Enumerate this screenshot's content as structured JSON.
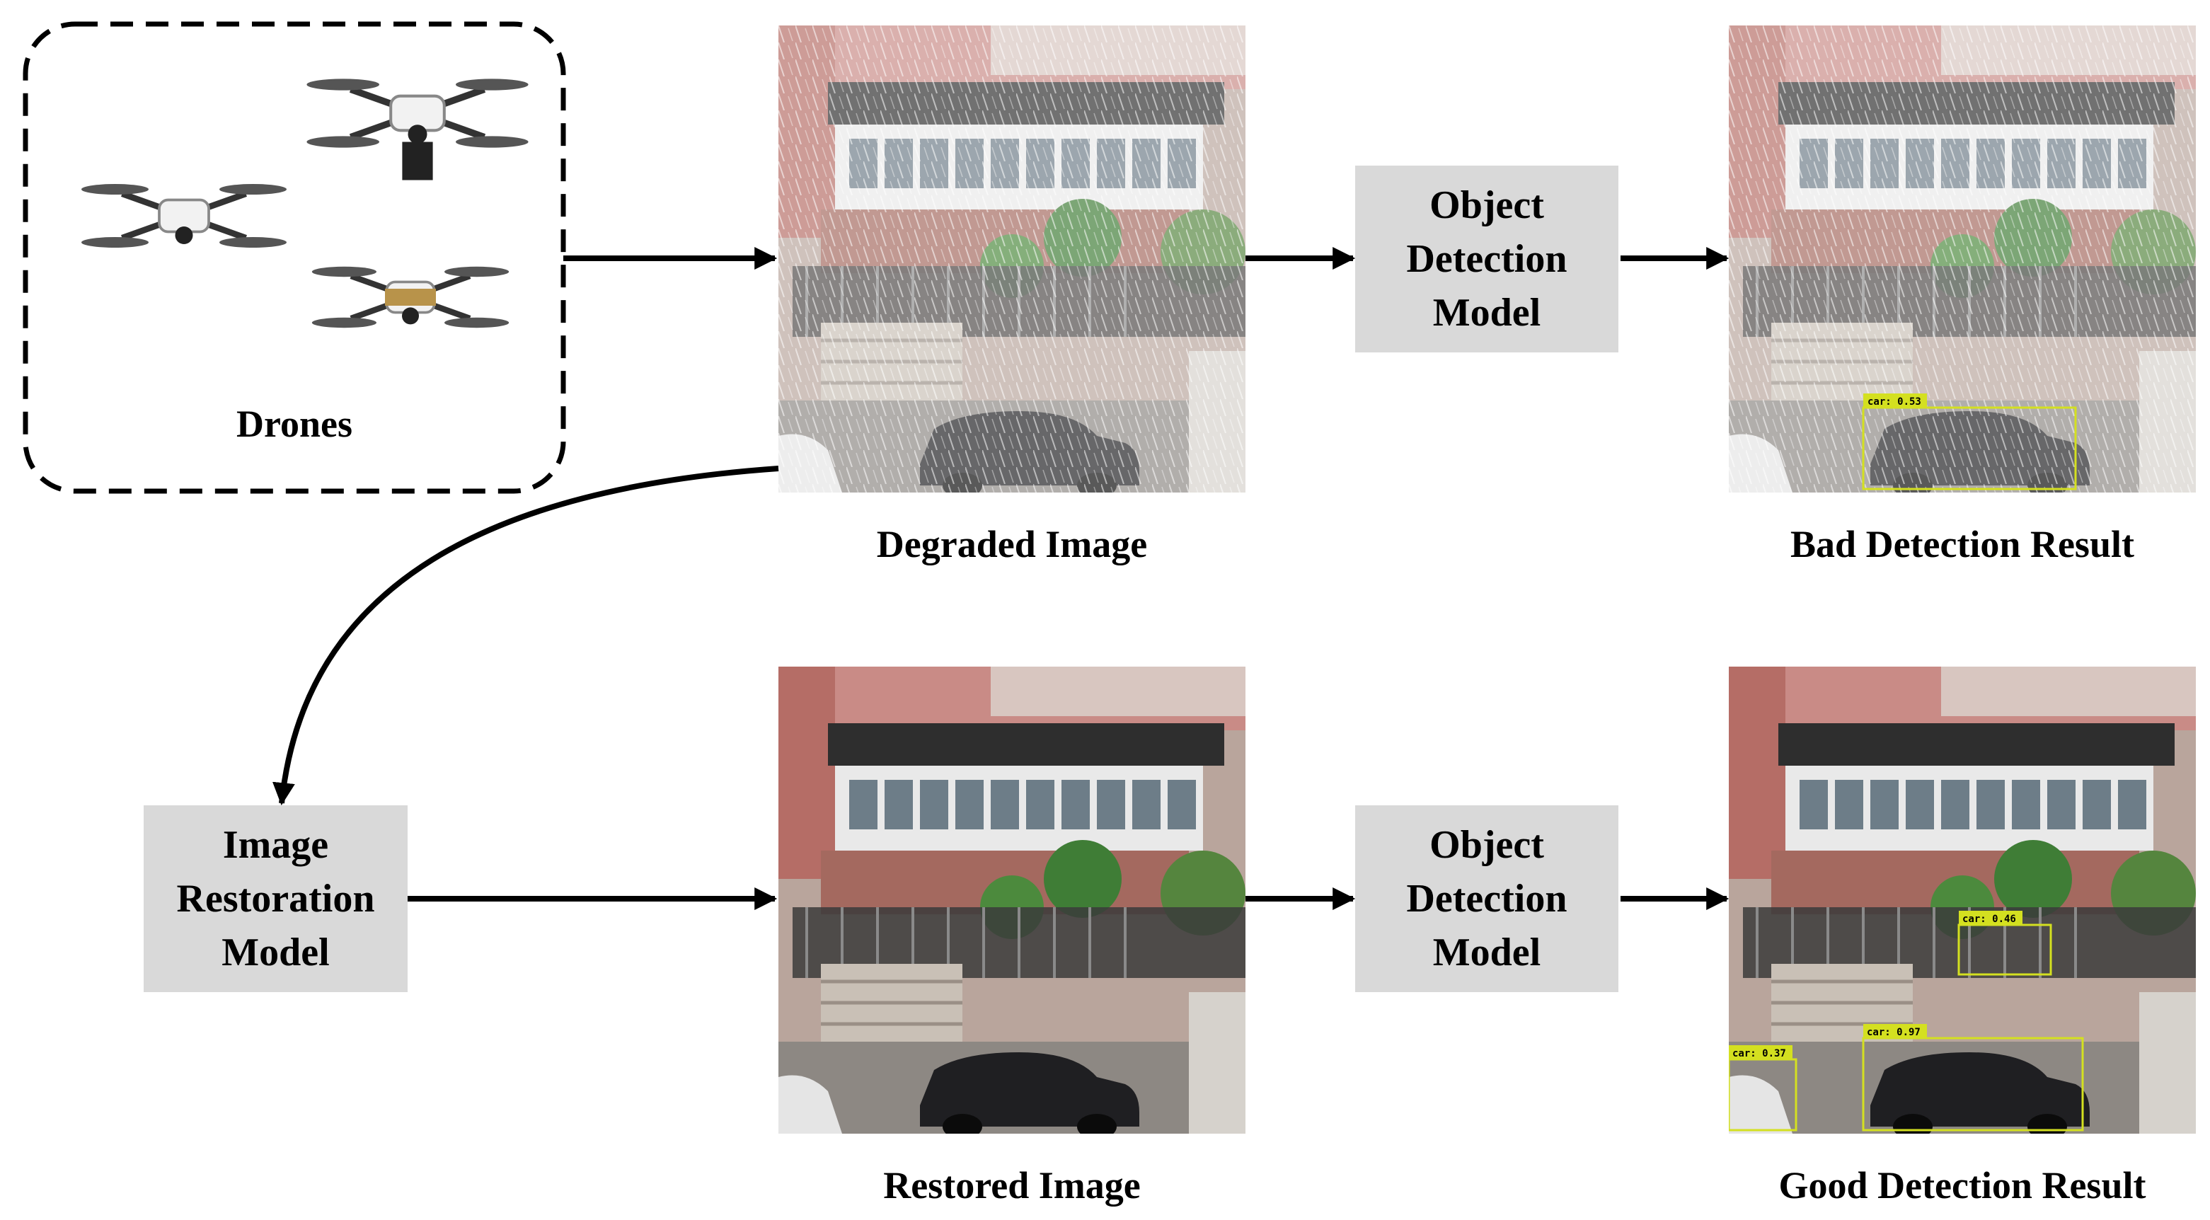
{
  "drones": {
    "caption": "Drones"
  },
  "images": {
    "degraded_caption": "Degraded Image",
    "bad_caption": "Bad Detection Result",
    "restored_caption": "Restored Image",
    "good_caption": "Good Detection Result"
  },
  "models": {
    "object_detection_top": [
      "Object",
      "Detection",
      "Model"
    ],
    "object_detection_bottom": [
      "Object",
      "Detection",
      "Model"
    ],
    "image_restoration": [
      "Image",
      "Restoration",
      "Model"
    ]
  },
  "detections": {
    "bad": [
      {
        "label": "car: 0.53"
      }
    ],
    "good": [
      {
        "label": "car: 0.46"
      },
      {
        "label": "car: 0.97"
      },
      {
        "label": "car: 0.37"
      }
    ]
  },
  "colors": {
    "box_fill": "#d9d9d9",
    "detection_box": "#d4e020",
    "arrow": "#000000"
  }
}
